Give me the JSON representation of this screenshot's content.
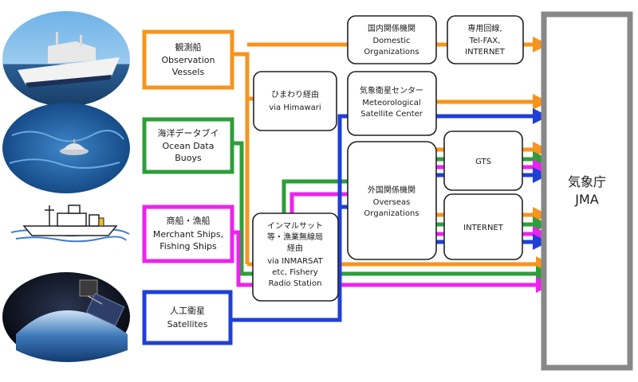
{
  "sources": [
    {
      "ja": "観測船",
      "en1": "Observation",
      "en2": "Vessels",
      "color": "#f7941d"
    },
    {
      "ja": "海洋データブイ",
      "en1": "Ocean Data",
      "en2": "Buoys",
      "color": "#2e9e3a"
    },
    {
      "ja": "商船・漁船",
      "en1": "Merchant Ships,",
      "en2": "Fishing Ships",
      "color": "#ee22ee"
    },
    {
      "ja": "人工衛星",
      "en1": "Satellites",
      "en2": "",
      "color": "#1e3fd8"
    }
  ],
  "relays": {
    "himawari": {
      "ja": "ひまわり経由",
      "en": "via Himawari"
    },
    "inmarsat": {
      "ja1": "インマルサット",
      "ja2": "等・漁業無線局",
      "ja3": "経由",
      "en1": "via INMARSAT",
      "en2": "etc, Fishery",
      "en3": "Radio Station"
    },
    "domestic": {
      "ja": "国内関係機関",
      "en1": "Domestic",
      "en2": "Organizations"
    },
    "dedicated": {
      "ja": "専用回線,",
      "en1": "Tel-FAX,",
      "en2": "INTERNET"
    },
    "msc": {
      "ja": "気象衛星センター",
      "en1": "Meteorological",
      "en2": "Satellite Center"
    },
    "overseas": {
      "ja": "外国関係機関",
      "en1": "Overseas",
      "en2": "Organizations"
    },
    "gts": {
      "label": "GTS"
    },
    "internet": {
      "label": "INTERNET"
    }
  },
  "jma": {
    "ja": "気象庁",
    "en": "JMA"
  },
  "colors": {
    "orange": "#f7941d",
    "green": "#2e9e3a",
    "magenta": "#ee22ee",
    "blue": "#1e3fd8",
    "jma_border": "#888888"
  }
}
